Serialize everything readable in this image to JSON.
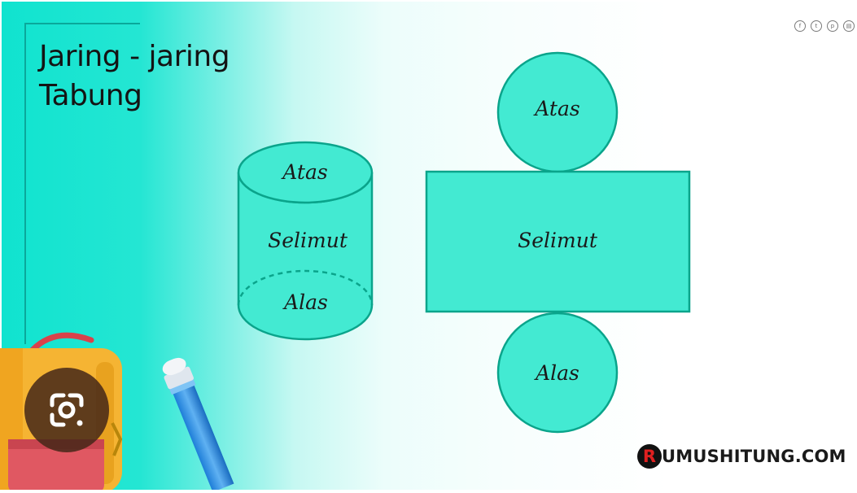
{
  "title": {
    "line1": "Jaring - jaring",
    "line2": "Tabung"
  },
  "diagram": {
    "cylinder": {
      "top_label": "Atas",
      "side_label": "Selimut",
      "bottom_label": "Alas"
    },
    "net": {
      "top_circle_label": "Atas",
      "rectangle_label": "Selimut",
      "bottom_circle_label": "Alas"
    }
  },
  "share_icons": [
    {
      "name": "facebook-icon",
      "glyph": "f"
    },
    {
      "name": "twitter-icon",
      "glyph": "t"
    },
    {
      "name": "pinterest-icon",
      "glyph": "p"
    },
    {
      "name": "print-icon",
      "glyph": "▤"
    }
  ],
  "brand": {
    "r_letter": "R",
    "rest": "UMUSHITUNG.COM"
  },
  "colors": {
    "shape_fill": "#43ead2",
    "shape_stroke": "#0aa48b",
    "background_accent": "#10e3cf"
  },
  "icons": {
    "lens_button": "google-lens-icon",
    "illustration_backpack": "backpack-icon",
    "illustration_pencil": "pencil-icon"
  }
}
